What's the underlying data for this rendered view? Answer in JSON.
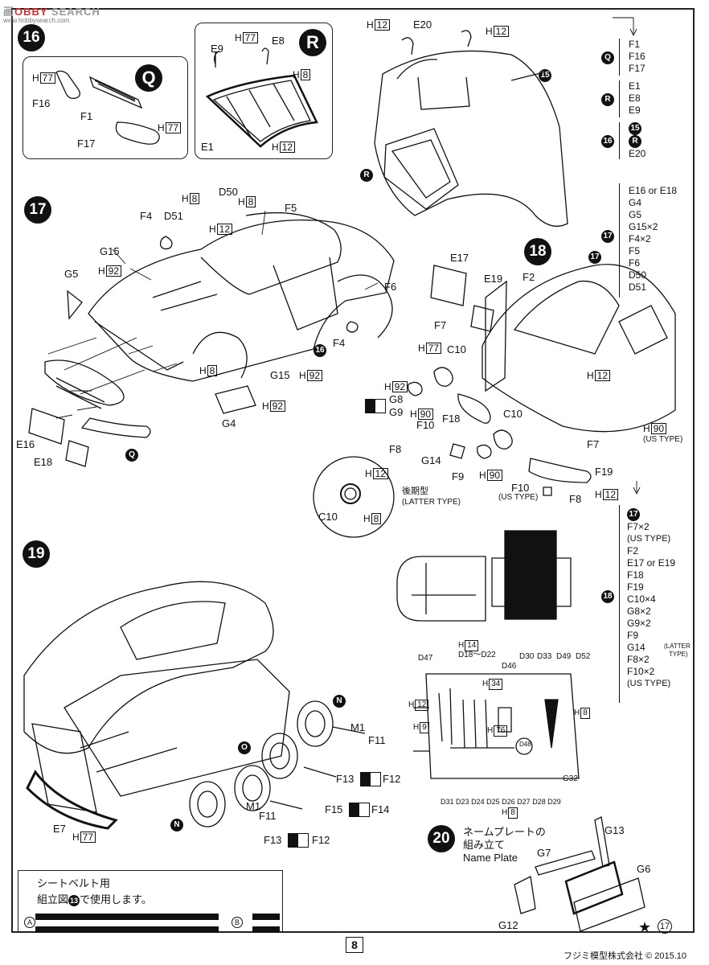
{
  "watermark": {
    "brand_a": "画",
    "brand_b": "SEARCH",
    "sub": "www.hobbysearch.com"
  },
  "step16": {
    "number": "16",
    "panel_q": {
      "letter": "Q",
      "h77a": "77",
      "h77b": "77",
      "f16": "F16",
      "f1": "F1",
      "f17": "F17"
    },
    "panel_r": {
      "letter": "R",
      "e9": "E9",
      "h77": "77",
      "e8": "E8",
      "h8": "8",
      "e1": "E1",
      "h12": "12"
    },
    "car": {
      "h12a": "12",
      "e20": "E20",
      "h12b": "12",
      "sub15": "15",
      "subR": "R"
    },
    "parts_q": [
      "F1",
      "F16",
      "F17"
    ],
    "parts_r": [
      "E1",
      "E8",
      "E9"
    ],
    "parts_16": [
      "E20"
    ],
    "sub_15": "15",
    "sub_r": "R",
    "sub_16": "16"
  },
  "step17": {
    "number": "17",
    "labels": {
      "h8a": "8",
      "d50": "D50",
      "h8b": "8",
      "f4a": "F4",
      "d51": "D51",
      "h12": "12",
      "f5": "F5",
      "g15a": "G15",
      "h92a": "92",
      "g5": "G5",
      "f6": "F6",
      "f4b": "F4",
      "sub16": "16",
      "h8c": "8",
      "g15b": "G15",
      "h92b": "92",
      "h92c": "92",
      "g4": "G4",
      "e16": "E16",
      "e18": "E18",
      "subQ": "Q"
    },
    "parts": [
      "E16 or E18",
      "G4",
      "G5",
      "G15×2",
      "F4×2",
      "F5",
      "F6",
      "D50",
      "D51"
    ],
    "sub_17": "17"
  },
  "step18": {
    "number": "18",
    "labels": {
      "e17": "E17",
      "e19": "E19",
      "f2": "F2",
      "sub17": "17",
      "f7a": "F7",
      "h77": "77",
      "c10a": "C10",
      "h92": "92",
      "g8": "G8",
      "g9": "G9",
      "h90a": "90",
      "f10a": "F10",
      "f18": "F18",
      "h12": "12",
      "c10b": "C10",
      "h90b": "90",
      "us_type_a": "(US TYPE)",
      "f7b": "F7",
      "f8a": "F8",
      "g14": "G14",
      "f9": "F9",
      "latter_jp": "後期型",
      "latter_en": "(LATTER TYPE)",
      "h90c": "90",
      "f10b": "F10",
      "us_type_b": "(US TYPE)",
      "f8b": "F8",
      "f19": "F19",
      "h12b": "12"
    },
    "parts": [
      "F7×2",
      "(US TYPE)",
      "F2",
      "E17 or E19",
      "F18",
      "F19",
      "C10×4",
      "G8×2",
      "G9×2",
      "F9",
      "G14",
      "F8×2",
      "F10×2",
      "(US TYPE)"
    ],
    "latter_a": "(LATTER",
    "latter_b": "TYPE)",
    "sub_17": "17",
    "sub_18": "18"
  },
  "c10_inset": {
    "h12": "12",
    "c10": "C10",
    "h8": "8"
  },
  "step19": {
    "number": "19",
    "labels": {
      "subN1": "N",
      "m1a": "M1",
      "f11a": "F11",
      "subO": "O",
      "f13a": "F13",
      "f12a": "F12",
      "f15": "F15",
      "f14": "F14",
      "subN2": "N",
      "m1b": "M1",
      "f11b": "F11",
      "f13b": "F13",
      "f12b": "F12",
      "e7": "E7",
      "h77": "77"
    }
  },
  "tools": {
    "labels": {
      "h14": "14",
      "d18_d22": "D18～D22",
      "d47": "D47",
      "d46": "D46",
      "d30": "D30",
      "d33": "D33",
      "d49": "D49",
      "d52": "D52",
      "h34": "34",
      "h12": "12",
      "h9": "9",
      "h76": "76",
      "h8a": "8",
      "d48": "D48",
      "g32": "G32",
      "h8b": "8"
    },
    "bottom_row": [
      "D31",
      "D23",
      "D24",
      "D25",
      "D26",
      "D27",
      "D28",
      "D29"
    ]
  },
  "step20": {
    "number": "20",
    "title_jp_1": "ネームプレートの",
    "title_jp_2": "組み立て",
    "title_en": "Name Plate",
    "g13": "G13",
    "g7": "G7",
    "g6": "G6",
    "g12": "G12",
    "sub17": "17"
  },
  "seatbelt": {
    "line1": "シートベルト用",
    "line2_a": "組立図",
    "line2_num": "13",
    "line2_b": "で使用します。",
    "a": "A",
    "b": "B"
  },
  "page": "8",
  "footer": "フジミ模型株式会社 © 2015.10",
  "colors": {
    "ink": "#111111",
    "paper": "#ffffff"
  }
}
